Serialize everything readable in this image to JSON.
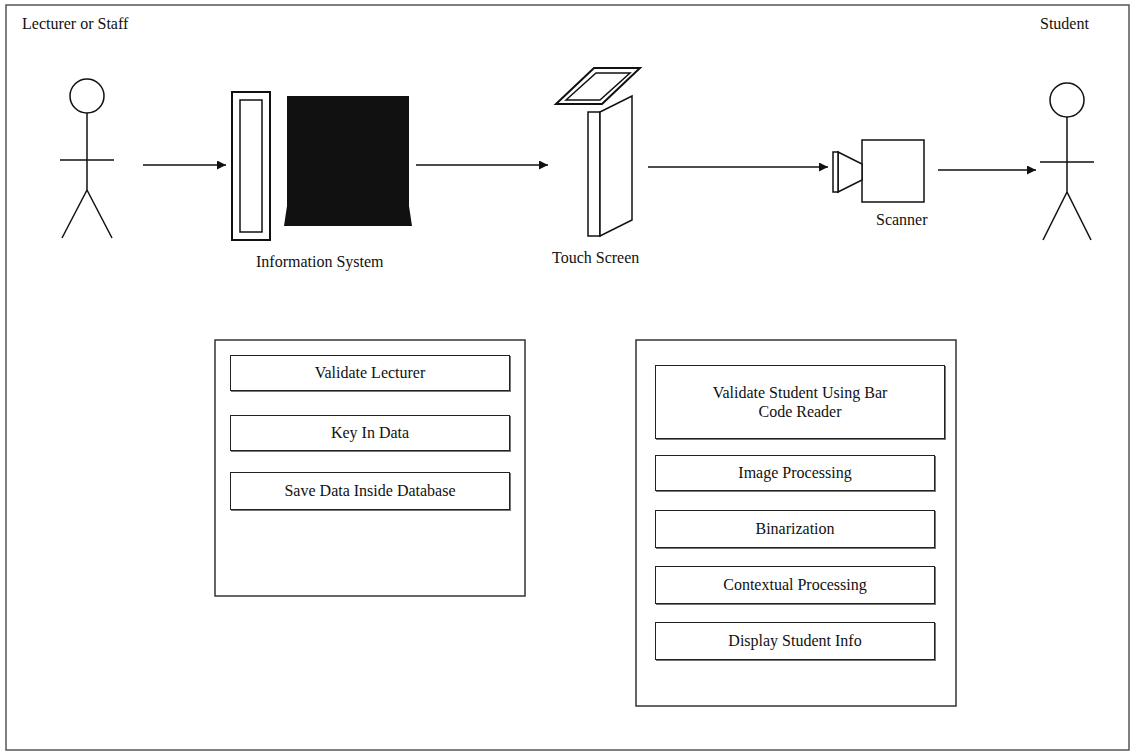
{
  "diagram": {
    "nodes": [
      {
        "text": [
          "Lecturer or Staff"
        ]
      },
      {
        "text": [
          "Information System"
        ]
      },
      {
        "text": [
          "Touch Screen"
        ]
      },
      {
        "text": [
          "Scanner"
        ]
      },
      {
        "text": [
          "Student"
        ]
      },
      {
        "text": [
          "Validate Lecturer"
        ]
      },
      {
        "text": [
          "Key In Data"
        ]
      },
      {
        "text": [
          "Save Data Inside Database"
        ]
      },
      {
        "text": [
          "Validate Student Using Bar Code Reader"
        ]
      },
      {
        "text": [
          "Image Processing"
        ]
      },
      {
        "text": [
          "Binarization"
        ]
      },
      {
        "text": [
          "Contextual Processing"
        ]
      },
      {
        "text": [
          "Display Student Info"
        ]
      }
    ],
    "edges": [
      {
        "from": 0,
        "to": 1,
        "arrow": "to"
      },
      {
        "from": 1,
        "to": 2,
        "arrow": "to"
      },
      {
        "from": 2,
        "to": 3,
        "arrow": "to"
      },
      {
        "from": 3,
        "to": 4,
        "arrow": "to"
      }
    ]
  }
}
